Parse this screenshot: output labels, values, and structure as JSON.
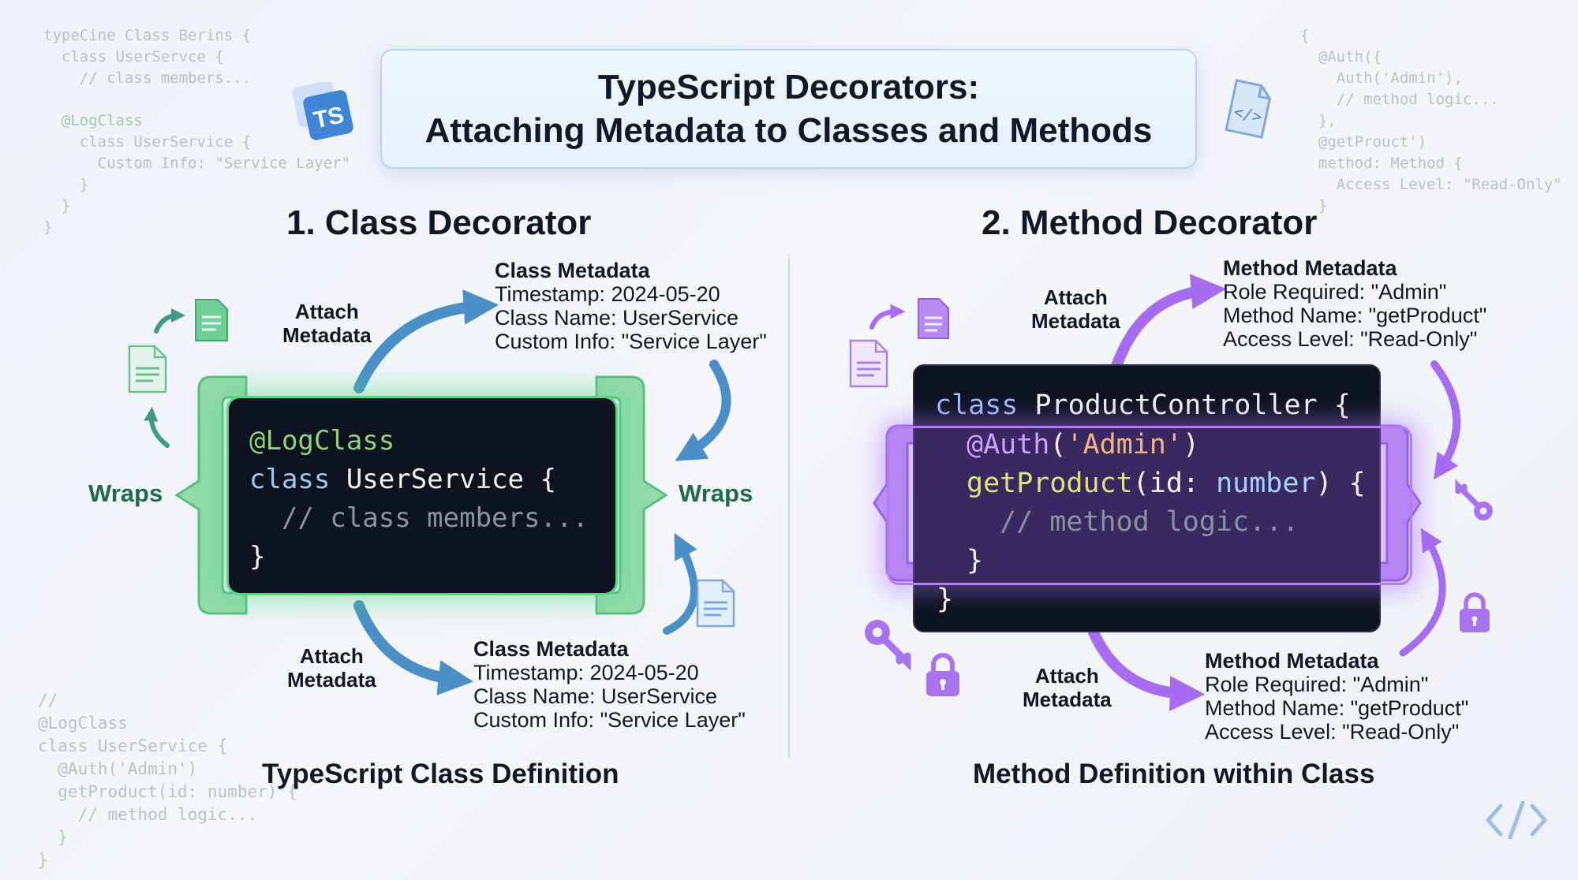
{
  "background_code": {
    "top_left": [
      "typeCine Class Berins {",
      "  class UserServce {",
      "    // class members...",
      "",
      "  @LogClass",
      "    class UserService {",
      "      Custom Info: \"Service Layer\"",
      "    }",
      "  }",
      "}"
    ],
    "top_right": [
      "{",
      "  @Auth({",
      "    Auth('Admin'),",
      "    // method logic...",
      "  },",
      "  @getProuct')",
      "  method: Method {",
      "    Access Level: \"Read-Only\"",
      "  }"
    ],
    "bottom_left": [
      "//",
      "@LogClass",
      "class UserService {",
      "  @Auth('Admin')",
      "  getProduct(id: number) {",
      "    // method logic...",
      "  }",
      "}"
    ]
  },
  "ts_badge": "TS",
  "title": {
    "line1": "TypeScript Decorators:",
    "line2": "Attaching Metadata to Classes and Methods"
  },
  "class_section": {
    "heading": "1. Class Decorator",
    "caption": "TypeScript Class Definition",
    "wraps_label": "Wraps",
    "attach_label_line1": "Attach",
    "attach_label_line2": "Metadata",
    "code": {
      "line1": "@LogClass",
      "line2_kw": "class",
      "line2_name": " UserService {",
      "line3": "  // class members...",
      "line4": "}"
    },
    "metadata": {
      "title": "Class Metadata",
      "timestamp": "Timestamp: 2024-05-20",
      "class_name": "Class Name: UserService",
      "custom_info": "Custom Info: \"Service Layer\""
    }
  },
  "method_section": {
    "heading": "2. Method Decorator",
    "caption": "Method Definition within Class",
    "attach_label_line1": "Attach",
    "attach_label_line2": "Metadata",
    "code": {
      "line1_kw": "class",
      "line1_name": " ProductController {",
      "line2_deco": "@Auth",
      "line2_paren_open": "(",
      "line2_str": "'Admin'",
      "line2_paren_close": ")",
      "line3_func": "getProduct",
      "line3_open": "(id: ",
      "line3_type": "number",
      "line3_close": ") {",
      "line4": "// method logic...",
      "line5": "}",
      "line6": "}"
    },
    "metadata": {
      "title": "Method Metadata",
      "role": "Role Required: \"Admin\"",
      "method_name": "Method Name: \"getProduct\"",
      "access": "Access Level: \"Read-Only\""
    }
  },
  "colors": {
    "green_accent": "#5fcf8a",
    "purple_accent": "#a66df0",
    "blue_arrow": "#4a8fc7",
    "code_bg": "#0d1420"
  },
  "icons": [
    "document-icon",
    "ts-logo-icon",
    "code-file-icon",
    "key-icon",
    "lock-icon",
    "code-brackets-icon"
  ]
}
